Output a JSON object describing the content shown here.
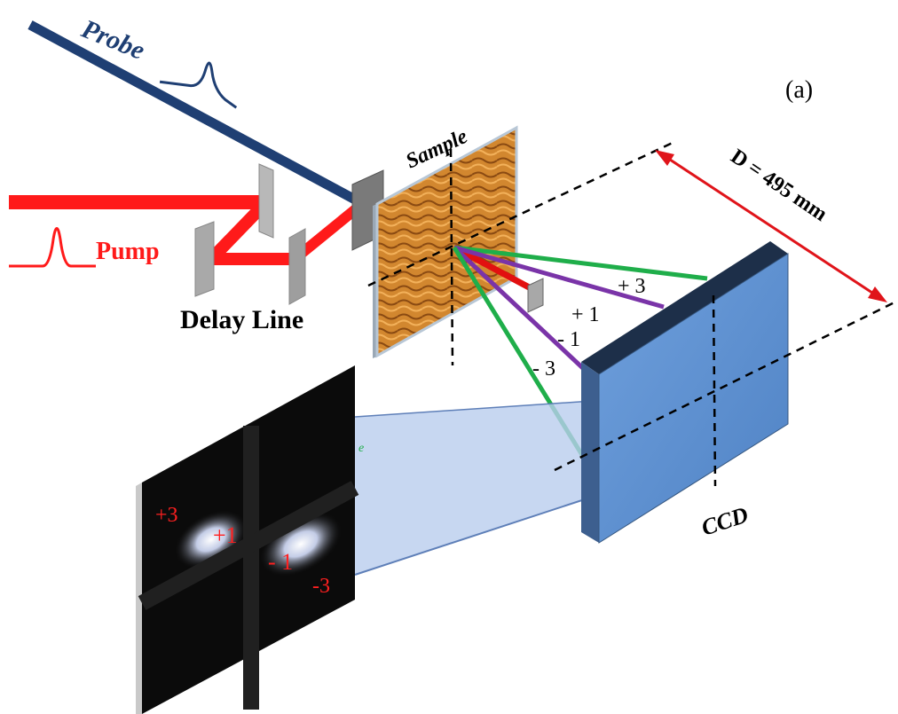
{
  "panel_label": "(a)",
  "labels": {
    "probe": "Probe",
    "pump": "Pump",
    "delay_line": "Delay Line",
    "sample": "Sample",
    "distance": "D = 495 mm",
    "ccd": "CCD",
    "small_e": "e"
  },
  "beam_orders": [
    "+ 3",
    "+ 1",
    "- 1",
    "- 3"
  ],
  "pattern_orders": [
    "+3",
    "+1",
    "- 1",
    "-3"
  ],
  "colors": {
    "probe_beam": "#1f3f73",
    "pump_beam": "#ff1a1a",
    "order_3": "#1fae4a",
    "order_1": "#7a34a8",
    "ccd_face": "#5b8fd0",
    "ccd_edge": "#1d2f49",
    "distance_arrow": "#e0141a",
    "pattern_label": "#ff2020"
  }
}
